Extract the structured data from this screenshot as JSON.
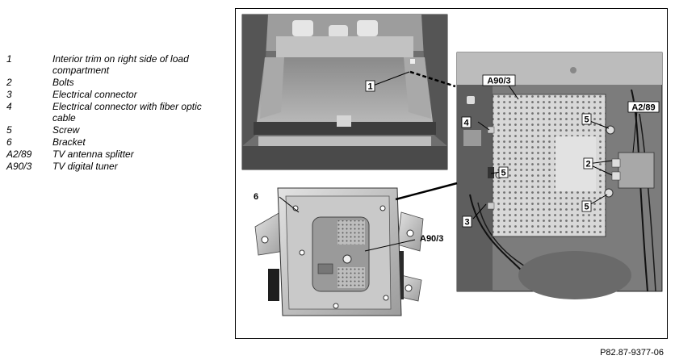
{
  "legend": [
    {
      "key": "1",
      "text": "Interior trim on right side of load compartment"
    },
    {
      "key": "2",
      "text": "Bolts"
    },
    {
      "key": "3",
      "text": "Electrical connector"
    },
    {
      "key": "4",
      "text": "Electrical connector with fiber optic cable"
    },
    {
      "key": "5",
      "text": "Screw"
    },
    {
      "key": "6",
      "text": "Bracket"
    },
    {
      "key": "A2/89",
      "text": "TV antenna splitter"
    },
    {
      "key": "A90/3",
      "text": "TV digital tuner"
    }
  ],
  "callouts": {
    "c1": "1",
    "c2": "2",
    "c3": "3",
    "c4": "4",
    "c5": "5",
    "c6": "6",
    "a289": "A2/89",
    "a903": "A90/3"
  },
  "figure_ref": "P82.87-9377-06"
}
